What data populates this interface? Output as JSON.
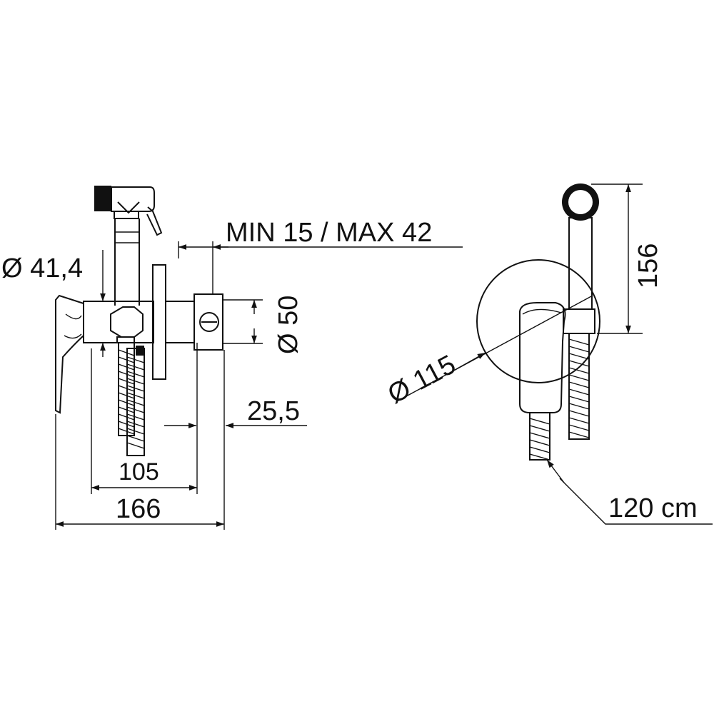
{
  "dimensions": {
    "wall_thickness": "MIN 15 / MAX 42",
    "body_diameter": "Ø 41,4",
    "outlet_diameter": "Ø 50",
    "outlet_depth": "25,5",
    "handle_to_outlet": "105",
    "overall_depth": "166",
    "height": "156",
    "plate_diameter": "Ø 115",
    "hose_length": "120 cm"
  }
}
